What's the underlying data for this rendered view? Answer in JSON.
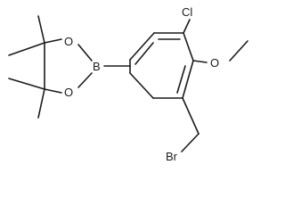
{
  "molecule": {
    "atoms": {
      "boron": "B",
      "ring_oxygen_top": "O",
      "ring_oxygen_bottom": "O",
      "chlorine": "Cl",
      "methoxy_oxygen": "O",
      "bromine": "Br"
    }
  }
}
